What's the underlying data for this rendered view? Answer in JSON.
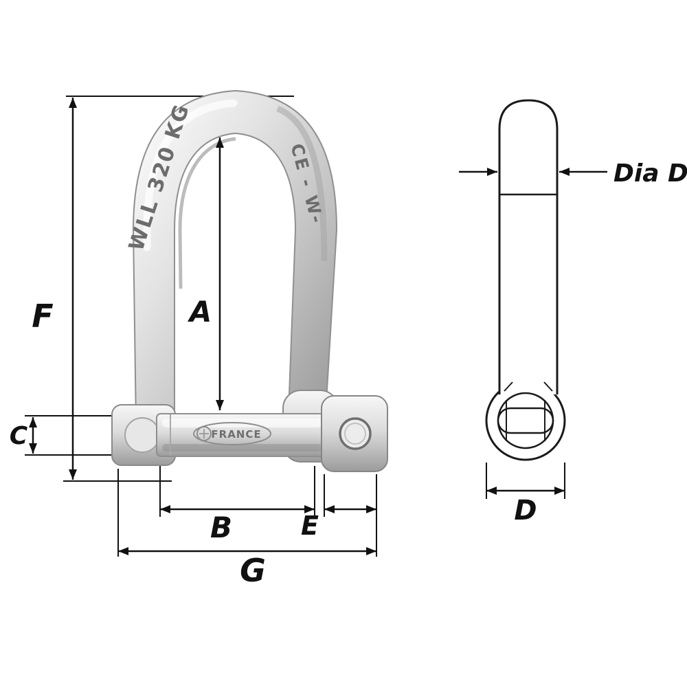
{
  "labels": {
    "A": "A",
    "B": "B",
    "C": "C",
    "D": "D",
    "E": "E",
    "F": "F",
    "G": "G",
    "dia_d": "Dia D"
  },
  "markings": {
    "wll": "WLL 320 KG",
    "ce": "CE - W-",
    "brand": "FRANCE"
  },
  "colors": {
    "line": "#111111",
    "metal_light": "#f7f7f7",
    "metal_mid": "#c9c9c9",
    "metal_dark": "#9b9b9b",
    "background": "#ffffff"
  }
}
